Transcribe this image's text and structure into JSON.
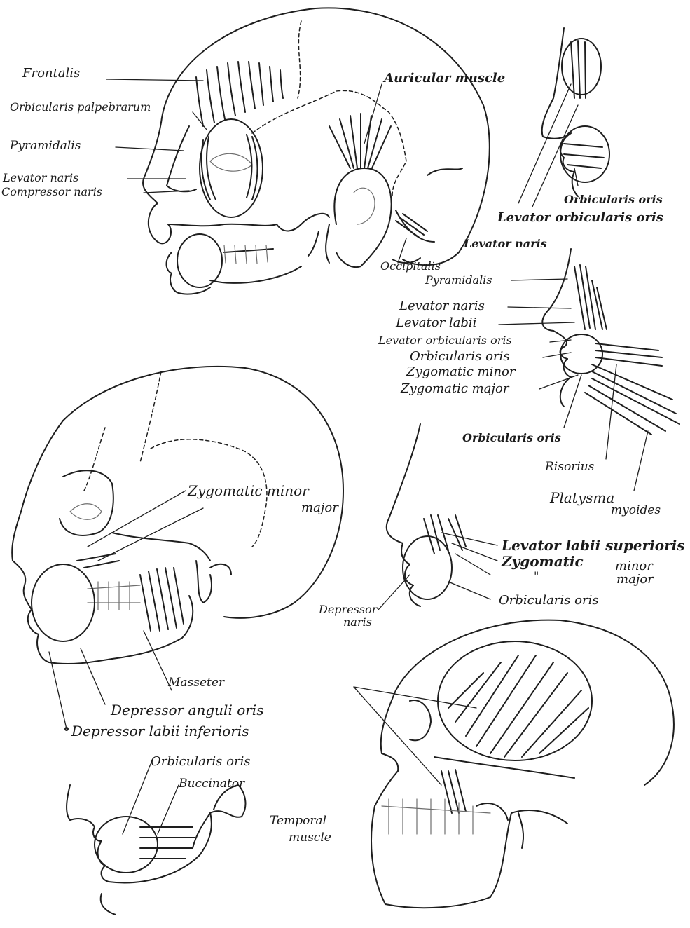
{
  "figure": {
    "panel_1": {
      "frontalis": "Frontalis",
      "orbicularis_palpebrarum": "Orbicularis palpebrarum",
      "pyramidalis": "Pyramidalis",
      "levator_naris": "Levator naris",
      "compressor_naris": "Compressor naris",
      "auricular_muscle": "Auricular muscle",
      "occipitalis": "Occipitalis"
    },
    "panel_2": {
      "orbicularis_oris": "Orbicularis oris",
      "levator_orbicularis_oris": "Levator orbicularis oris"
    },
    "panel_3": {
      "levator_naris_top": "Levator naris",
      "pyramidalis": "Pyramidalis",
      "levator_naris": "Levator naris",
      "levator_labii": "Levator labii",
      "levator_orbicularis_oris": "Levator orbicularis oris",
      "orbicularis_oris": "Orbicularis oris",
      "zygomatic_minor": "Zygomatic minor",
      "zygomatic_major": "Zygomatic major",
      "orbicularis_oris_lower": "Orbicularis oris",
      "risorius": "Risorius",
      "platysma": "Platysma",
      "myoides": "myoides"
    },
    "panel_4": {
      "zygomatic_minor": "Zygomatic minor",
      "major": "major",
      "masseter": "Masseter",
      "depressor_anguli_oris": "Depressor anguli oris",
      "depressor_labii_inferioris": "Depressor labii inferioris"
    },
    "panel_5": {
      "levator_labii_superioris": "Levator labii superioris",
      "zygomatic": "Zygomatic",
      "ditto": "\"",
      "minor": "minor",
      "major": "major",
      "orbicularis_oris": "Orbicularis oris",
      "depressor": "Depressor",
      "naris": "naris"
    },
    "panel_6": {
      "orbicularis_oris": "Orbicularis oris",
      "buccinator": "Buccinator"
    },
    "panel_7": {
      "temporal": "Temporal",
      "muscle": "muscle"
    }
  }
}
